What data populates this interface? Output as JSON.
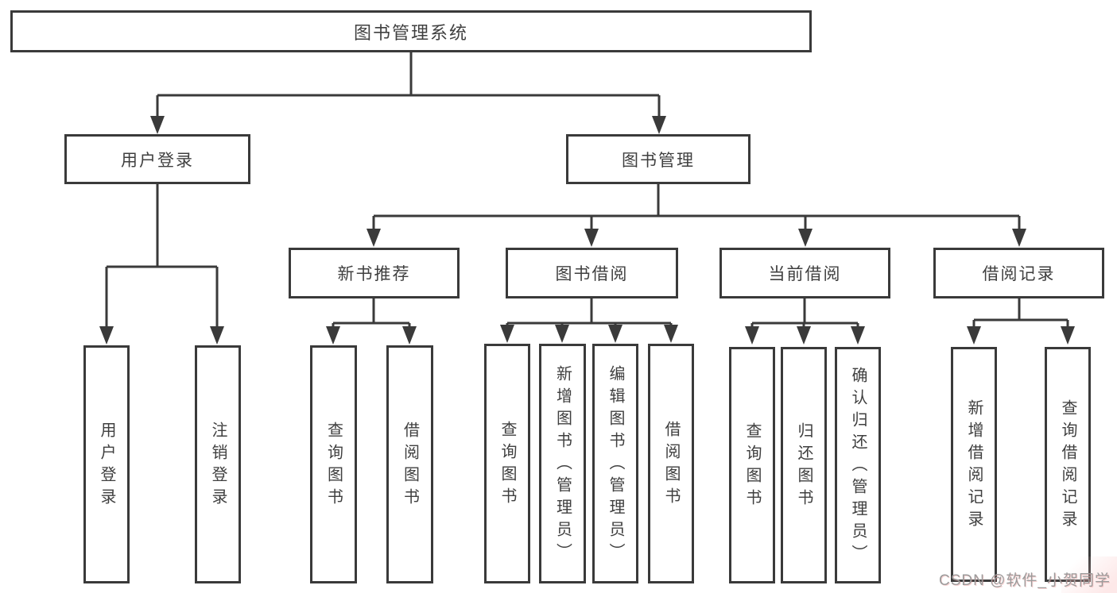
{
  "diagram": {
    "root": {
      "label": "图书管理系统"
    },
    "branches": [
      {
        "label": "用户登录",
        "children": [
          {
            "label": "用户登录"
          },
          {
            "label": "注销登录"
          }
        ]
      },
      {
        "label": "图书管理",
        "children": [
          {
            "label": "新书推荐",
            "children": [
              {
                "label": "查询图书"
              },
              {
                "label": "借阅图书"
              }
            ]
          },
          {
            "label": "图书借阅",
            "children": [
              {
                "label": "查询图书"
              },
              {
                "label": "新增图书（管理员）"
              },
              {
                "label": "编辑图书（管理员）"
              },
              {
                "label": "借阅图书"
              }
            ]
          },
          {
            "label": "当前借阅",
            "children": [
              {
                "label": "查询图书"
              },
              {
                "label": "归还图书"
              },
              {
                "label": "确认归还（管理员）"
              }
            ]
          },
          {
            "label": "借阅记录",
            "children": [
              {
                "label": "新增借阅记录"
              },
              {
                "label": "查询借阅记录"
              }
            ]
          }
        ]
      }
    ]
  },
  "watermark": {
    "text": "CSDN @软件_小贺同学"
  },
  "colors": {
    "line": "#3a3a3a",
    "box_border": "#3a3a3a",
    "text": "#3f3f3f",
    "background": "#ffffff",
    "watermark": "#9b9b9b"
  }
}
